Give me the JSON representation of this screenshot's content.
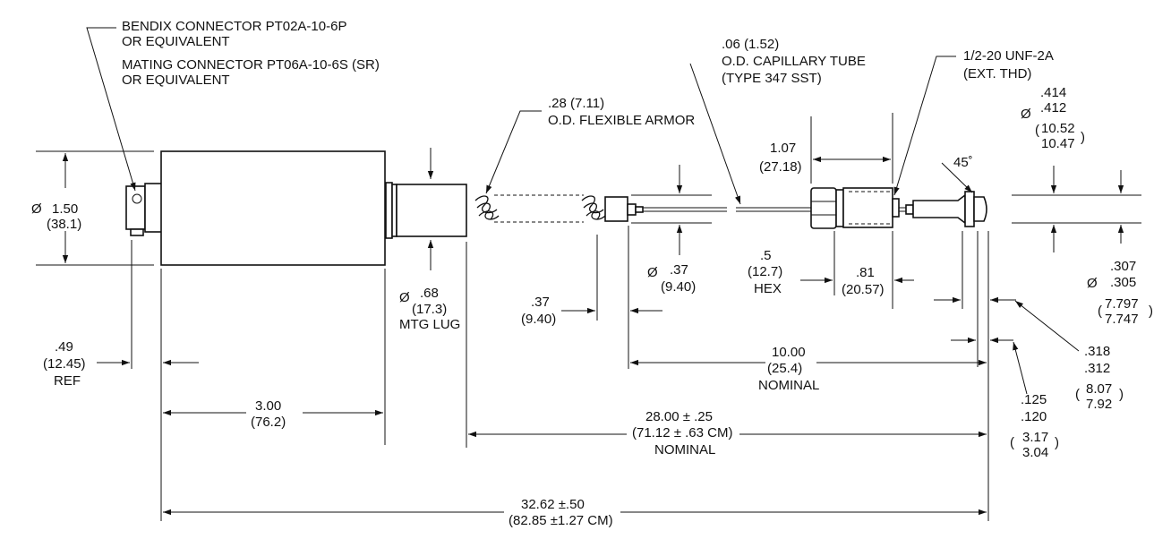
{
  "connector": {
    "line1": "BENDIX CONNECTOR PT02A-10-6P",
    "line2": "OR EQUIVALENT",
    "line3": "MATING CONNECTOR PT06A-10-6S (SR)",
    "line4": "OR EQUIVALENT"
  },
  "armor": {
    "line1": ".28 (7.11)",
    "line2": "O.D. FLEXIBLE ARMOR"
  },
  "capillary": {
    "line1": ".06 (1.52)",
    "line2": "O.D. CAPILLARY TUBE",
    "line3": "(TYPE 347 SST)"
  },
  "thread": {
    "line1": "1/2-20 UNF-2A",
    "line2": "(EXT. THD)"
  },
  "tipdia": {
    "phi": "Ø",
    "a": ".414",
    "b": ".412",
    "c": "10.52",
    "d": "10.47"
  },
  "angle": "45˚",
  "bodydia": {
    "phi": "Ø",
    "a": "1.50",
    "b": "(38.1)"
  },
  "lug": {
    "phi": "Ø",
    "a": ".68",
    "b": "(17.3)",
    "c": "MTG LUG"
  },
  "len107": {
    "a": "1.07",
    "b": "(27.18)"
  },
  "dia37": {
    "phi": "Ø",
    "a": ".37",
    "b": "(9.40)"
  },
  "hex": {
    "a": ".5",
    "b": "(12.7)",
    "c": "HEX"
  },
  "len81": {
    "a": ".81",
    "b": "(20.57)"
  },
  "probedia": {
    "phi": "Ø",
    "a": ".307",
    "b": ".305",
    "c": "7.797",
    "d": "7.747"
  },
  "len37": {
    "a": ".37",
    "b": "(9.40)"
  },
  "ref49": {
    "a": ".49",
    "b": "(12.45)",
    "c": "REF"
  },
  "len10": {
    "a": "10.00",
    "b": "(25.4)",
    "c": "NOMINAL"
  },
  "len318": {
    "a": ".318",
    "b": ".312",
    "c": "8.07",
    "d": "7.92"
  },
  "len300": {
    "a": "3.00",
    "b": "(76.2)"
  },
  "len28": {
    "a": "28.00 ± .25",
    "b": "(71.12 ± .63 CM)",
    "c": "NOMINAL"
  },
  "len125": {
    "a": ".125",
    "b": ".120",
    "c": "3.17",
    "d": "3.04"
  },
  "overall": {
    "a": "32.62 ±.50",
    "b": "(82.85 ±1.27 CM)"
  }
}
